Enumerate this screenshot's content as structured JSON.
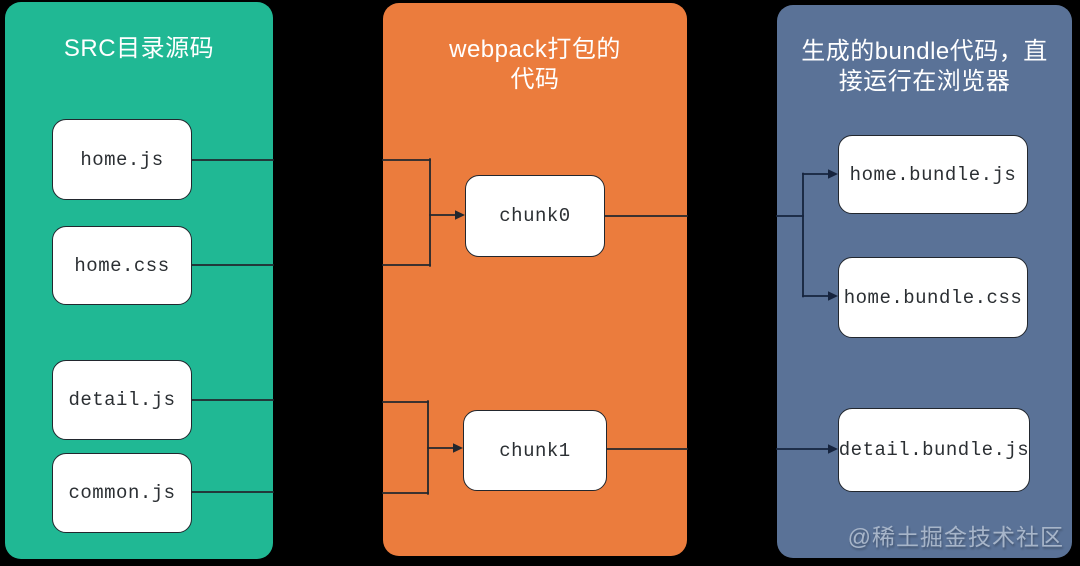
{
  "colors": {
    "background": "#000000",
    "panel_src": "#20b894",
    "panel_webpack": "#eb7c3d",
    "panel_bundle": "#5a7297",
    "node_fill": "#ffffff",
    "node_border": "#22272e",
    "node_text": "#2b2f33",
    "title_text": "#ffffff",
    "wire": "#22272e",
    "wire_bundle": "#16243e",
    "watermark_color": "#d7dfe9"
  },
  "panels": {
    "src": {
      "title": "SRC目录源码",
      "nodes": [
        {
          "label": "home.js"
        },
        {
          "label": "home.css"
        },
        {
          "label": "detail.js"
        },
        {
          "label": "common.js"
        }
      ]
    },
    "webpack": {
      "title": "webpack打包的代码",
      "nodes": [
        {
          "label": "chunk0"
        },
        {
          "label": "chunk1"
        }
      ]
    },
    "bundle": {
      "title": "生成的bundle代码，直接运行在浏览器",
      "nodes": [
        {
          "label": "home.bundle.js"
        },
        {
          "label": "home.bundle.css"
        },
        {
          "label": "detail.bundle.js"
        }
      ]
    }
  },
  "edges": [
    "home.js -> chunk0",
    "home.css -> chunk0",
    "detail.js -> chunk1",
    "common.js -> chunk1",
    "chunk0 -> home.bundle.js",
    "chunk0 -> home.bundle.css",
    "chunk1 -> detail.bundle.js"
  ],
  "watermark": "@稀土掘金技术社区"
}
